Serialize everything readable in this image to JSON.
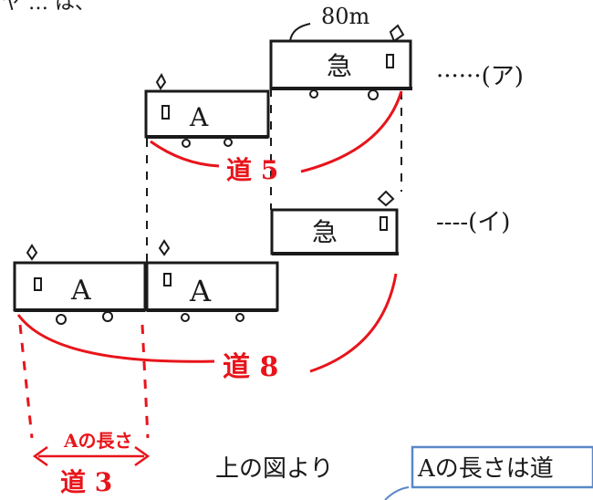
{
  "top_fragment": "ヤ … は、",
  "speed_label": "80m",
  "trains": {
    "A_label": "A",
    "kyu_label": "急"
  },
  "cases": {
    "p_label": "······(ア)",
    "i_label": "----(イ)"
  },
  "red_labels": {
    "michi5": "道 5",
    "michi8": "道 8",
    "a_length": "Aの長さ",
    "michi3": "道 3"
  },
  "bottom": {
    "sentence": "上の図より",
    "boxed": "Aの長さは道"
  },
  "colors": {
    "ink": "#1a1a1a",
    "red": "#e8141b",
    "box_blue": "#5a88c8"
  }
}
